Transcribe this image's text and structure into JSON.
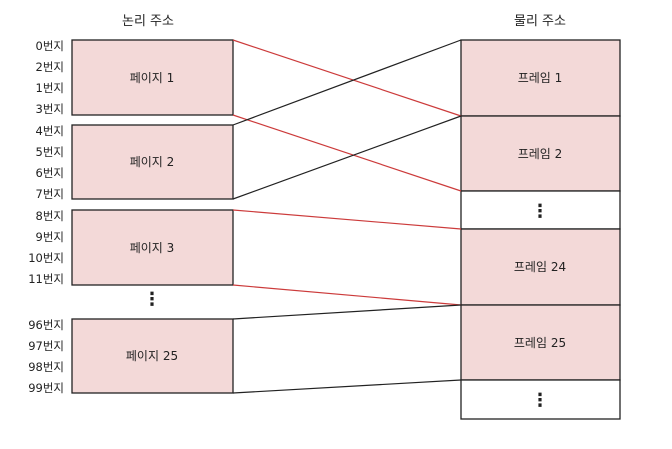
{
  "titles": {
    "logical": "논리 주소",
    "physical": "물리 주소"
  },
  "addresses": [
    "0번지",
    "2번지",
    "1번지",
    "3번지",
    "4번지",
    "5번지",
    "6번지",
    "7번지",
    "8번지",
    "9번지",
    "10번지",
    "11번지",
    "96번지",
    "97번지",
    "98번지",
    "99번지"
  ],
  "pages": [
    "페이지 1",
    "페이지 2",
    "페이지 3",
    "페이지 25"
  ],
  "frames": [
    "프레임 1",
    "프레임 2",
    "프레임 24",
    "프레임 25"
  ],
  "ellipsis": "⋮",
  "colors": {
    "box_fill": "#f3d9d8",
    "empty_fill": "#ffffff",
    "stroke": "#222222",
    "red_line": "#cc3b3b",
    "black_line": "#222222"
  }
}
